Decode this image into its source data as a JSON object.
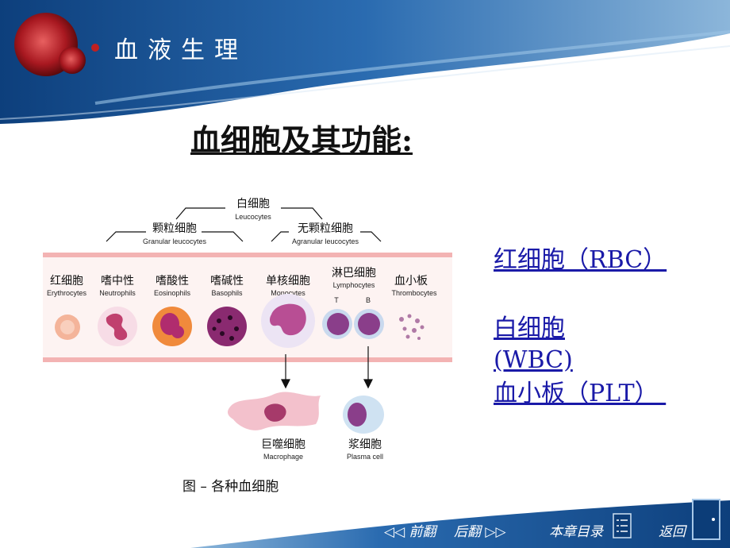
{
  "header": {
    "title": "血液生理"
  },
  "slide": {
    "title": "血细胞及其功能:"
  },
  "links": [
    {
      "label": "红细胞（RBC）"
    },
    {
      "label": "白细胞"
    },
    {
      "label": "(WBC)"
    },
    {
      "label": "血小板（PLT） "
    }
  ],
  "figure": {
    "groups": {
      "leucocytes_cn": "白细胞",
      "leucocytes_en": "Leucocytes",
      "granular_cn": "颗粒细胞",
      "granular_en": "Granular leucocytes",
      "agranular_cn": "无颗粒细胞",
      "agranular_en": "Agranular leucocytes"
    },
    "cells": [
      {
        "cn": "红细胞",
        "en": "Erythrocytes"
      },
      {
        "cn": "嗜中性",
        "en": "Neutrophils"
      },
      {
        "cn": "嗜酸性",
        "en": "Eosinophils"
      },
      {
        "cn": "嗜碱性",
        "en": "Basophils"
      },
      {
        "cn": "单核细胞",
        "en": "Monocytes"
      },
      {
        "cn": "淋巴细胞",
        "en": "Lymphocytes"
      },
      {
        "cn": "血小板",
        "en": "Thrombocytes"
      }
    ],
    "lymph_t": "T",
    "lymph_b": "B",
    "derived": [
      {
        "cn": "巨噬细胞",
        "en": "Macrophage"
      },
      {
        "cn": "浆细胞",
        "en": "Plasma cell"
      }
    ],
    "caption": "图 – 各种血细胞"
  },
  "footer": {
    "prev": "◁◁ 前翻",
    "next": "后翻 ▷▷",
    "toc": "本章目录",
    "back": "返回"
  },
  "colors": {
    "header_blue": "#1d5a9a",
    "link": "#1a1aa8",
    "band_red": "#f3b3b3"
  }
}
